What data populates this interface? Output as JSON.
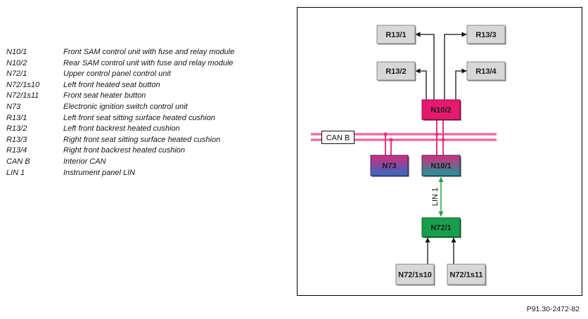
{
  "legend": [
    {
      "code": "N10/1",
      "description": "Front SAM control unit with fuse and relay module"
    },
    {
      "code": "N10/2",
      "description": "Rear SAM control unit with fuse and relay module"
    },
    {
      "code": "N72/1",
      "description": "Upper control panel control unit"
    },
    {
      "code": "N72/1s10",
      "description": "Left front heated seat button"
    },
    {
      "code": "N72/1s11",
      "description": "Front seat heater button"
    },
    {
      "code": "N73",
      "description": "Electronic ignition switch control unit"
    },
    {
      "code": "R13/1",
      "description": "Left front seat sitting surface heated cushion"
    },
    {
      "code": "R13/2",
      "description": "Left front backrest heated cushion"
    },
    {
      "code": "R13/3",
      "description": "Right front seat sitting surface heated cushion"
    },
    {
      "code": "R13/4",
      "description": "Right front backrest heated cushion"
    },
    {
      "code": "CAN B",
      "description": "Interior CAN"
    },
    {
      "code": "LIN 1",
      "description": "Instrument panel LIN"
    }
  ],
  "diagram": {
    "components": {
      "r13_1": "R13/1",
      "r13_2": "R13/2",
      "r13_3": "R13/3",
      "r13_4": "R13/4",
      "n10_2": "N10/2",
      "n73": "N73",
      "n10_1": "N10/1",
      "n72_1": "N72/1",
      "n72_1s10": "N72/1s10",
      "n72_1s11": "N72/1s11"
    },
    "bus_label": "CAN B",
    "lin_label": "LIN 1",
    "colors": {
      "can_bus": "#e8337f",
      "lin": "#22a047",
      "n10_2": "#e61a6e",
      "gradient_top": "#d62a7c",
      "n73_bottom": "#2f6cc6",
      "n10_1_bottom": "#179a9c",
      "n72_1": "#17a04b",
      "passive_box": "#d7d7d7",
      "arrow": "#111111"
    }
  },
  "figure_code": "P91.30-2472-82"
}
